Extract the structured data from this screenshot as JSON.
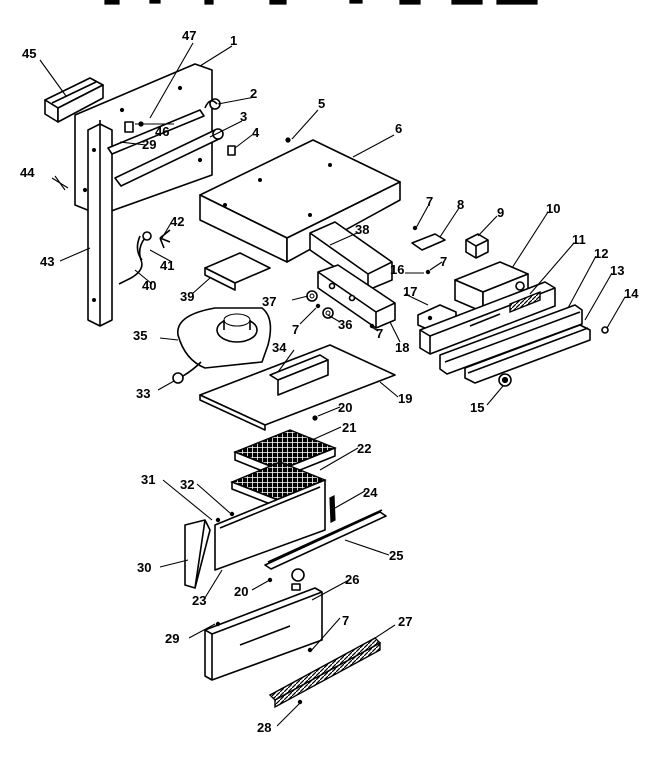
{
  "callouts": [
    "1",
    "2",
    "3",
    "4",
    "5",
    "6",
    "7",
    "8",
    "9",
    "10",
    "11",
    "12",
    "13",
    "14",
    "15",
    "16",
    "17",
    "18",
    "19",
    "20",
    "21",
    "22",
    "23",
    "24",
    "25",
    "26",
    "27",
    "28",
    "29",
    "30",
    "31",
    "32",
    "33",
    "34",
    "35",
    "36",
    "37",
    "38",
    "39",
    "40",
    "41",
    "42",
    "43",
    "44",
    "45",
    "46",
    "47"
  ],
  "colors": {
    "line": "#000000",
    "background": "#ffffff"
  }
}
